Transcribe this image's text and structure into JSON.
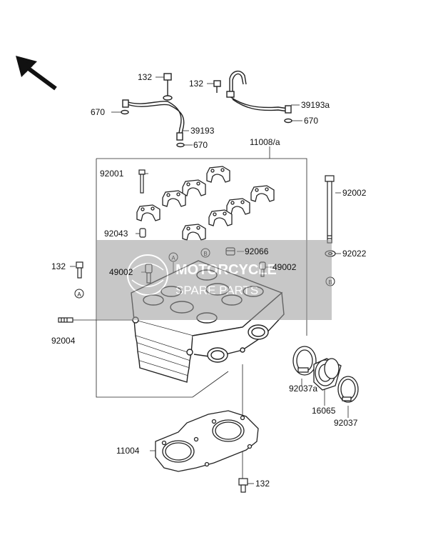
{
  "diagram": {
    "part_labels": {
      "l132a": "132",
      "l132b": "132",
      "l132c": "132",
      "l132d": "132",
      "l670a": "670",
      "l670b": "670",
      "l670c": "670",
      "l39193": "39193",
      "l39193a": "39193a",
      "l11008a": "11008/a",
      "l92001": "92001",
      "l92043": "92043",
      "l92002": "92002",
      "l92022": "92022",
      "l92066": "92066",
      "l49002a": "49002",
      "l49002b": "49002",
      "l92004": "92004",
      "l92037a": "92037a",
      "l16065": "16065",
      "l92037": "92037",
      "l11004": "11004"
    },
    "ref_markers": {
      "a1": "A",
      "a2": "A",
      "b1": "B",
      "b2": "B"
    },
    "watermark": {
      "line1": "MOTORCYCLE",
      "line2": "SPARE PARTS",
      "color": "#c8702a"
    },
    "colors": {
      "line": "#222222",
      "watermark_band": "#9a9a9a"
    }
  }
}
